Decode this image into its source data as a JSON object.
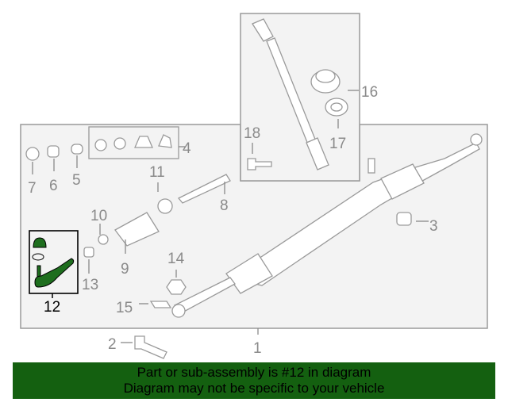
{
  "diagram": {
    "labels": {
      "p1": "1",
      "p2": "2",
      "p3": "3",
      "p4": "4",
      "p5": "5",
      "p6": "6",
      "p7": "7",
      "p8": "8",
      "p9": "9",
      "p10": "10",
      "p11": "11",
      "p12": "12",
      "p13": "13",
      "p14": "14",
      "p15": "15",
      "p16": "16",
      "p17": "17",
      "p18": "18"
    },
    "highlighted_part": "12",
    "colors": {
      "highlight": "#1e6e1e",
      "banner": "#146010",
      "outline": "#9a9a9a"
    }
  },
  "banner": {
    "line1": "Part or sub-assembly is #12 in diagram",
    "line2": "Diagram may not be specific to your vehicle"
  }
}
